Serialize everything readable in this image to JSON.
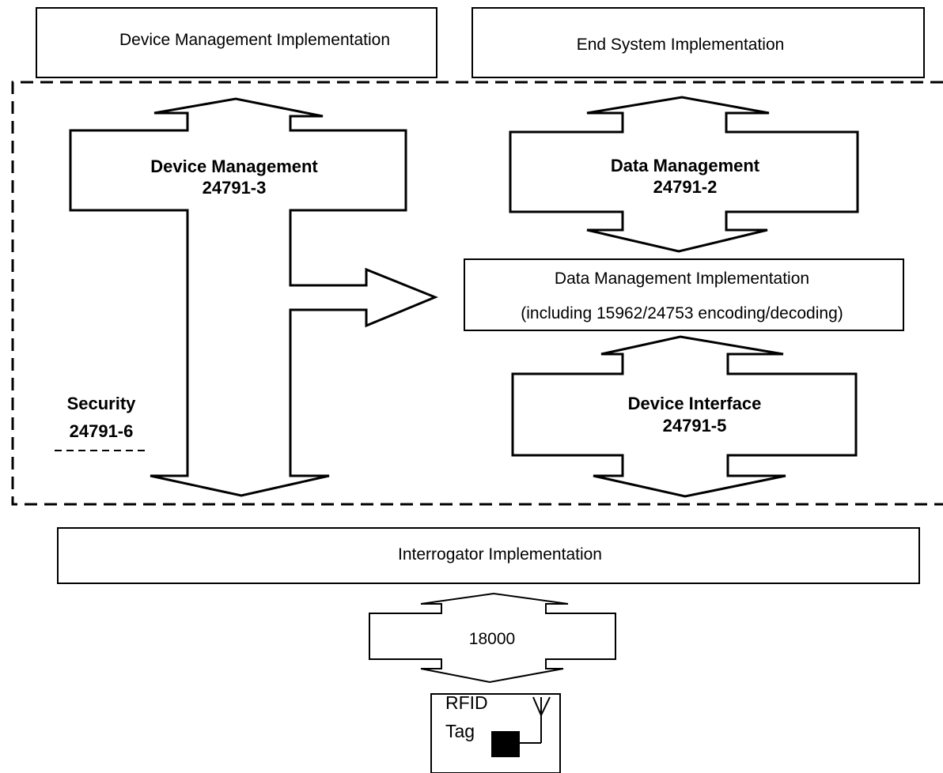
{
  "boxes": {
    "device_mgmt_impl": "Device Management Implementation",
    "end_system_impl": "End System Implementation",
    "data_mgmt_impl_line1": "Data Management Implementation",
    "data_mgmt_impl_line2": "(including 15962/24753 encoding/decoding)",
    "interrogator_impl": "Interrogator Implementation"
  },
  "arrows": {
    "device_management": {
      "name": "Device Management",
      "code": "24791-3"
    },
    "data_management": {
      "name": "Data Management",
      "code": "24791-2"
    },
    "device_interface": {
      "name": "Device Interface",
      "code": "24791-5"
    },
    "air_interface": {
      "code": "18000"
    }
  },
  "security": {
    "name": "Security",
    "code": "24791-6"
  },
  "rfid_tag": {
    "line1": "RFID",
    "line2": "Tag"
  },
  "icons": [
    "antenna-icon",
    "chip-icon"
  ],
  "colors": {
    "line": "#000000",
    "background": "#ffffff"
  }
}
